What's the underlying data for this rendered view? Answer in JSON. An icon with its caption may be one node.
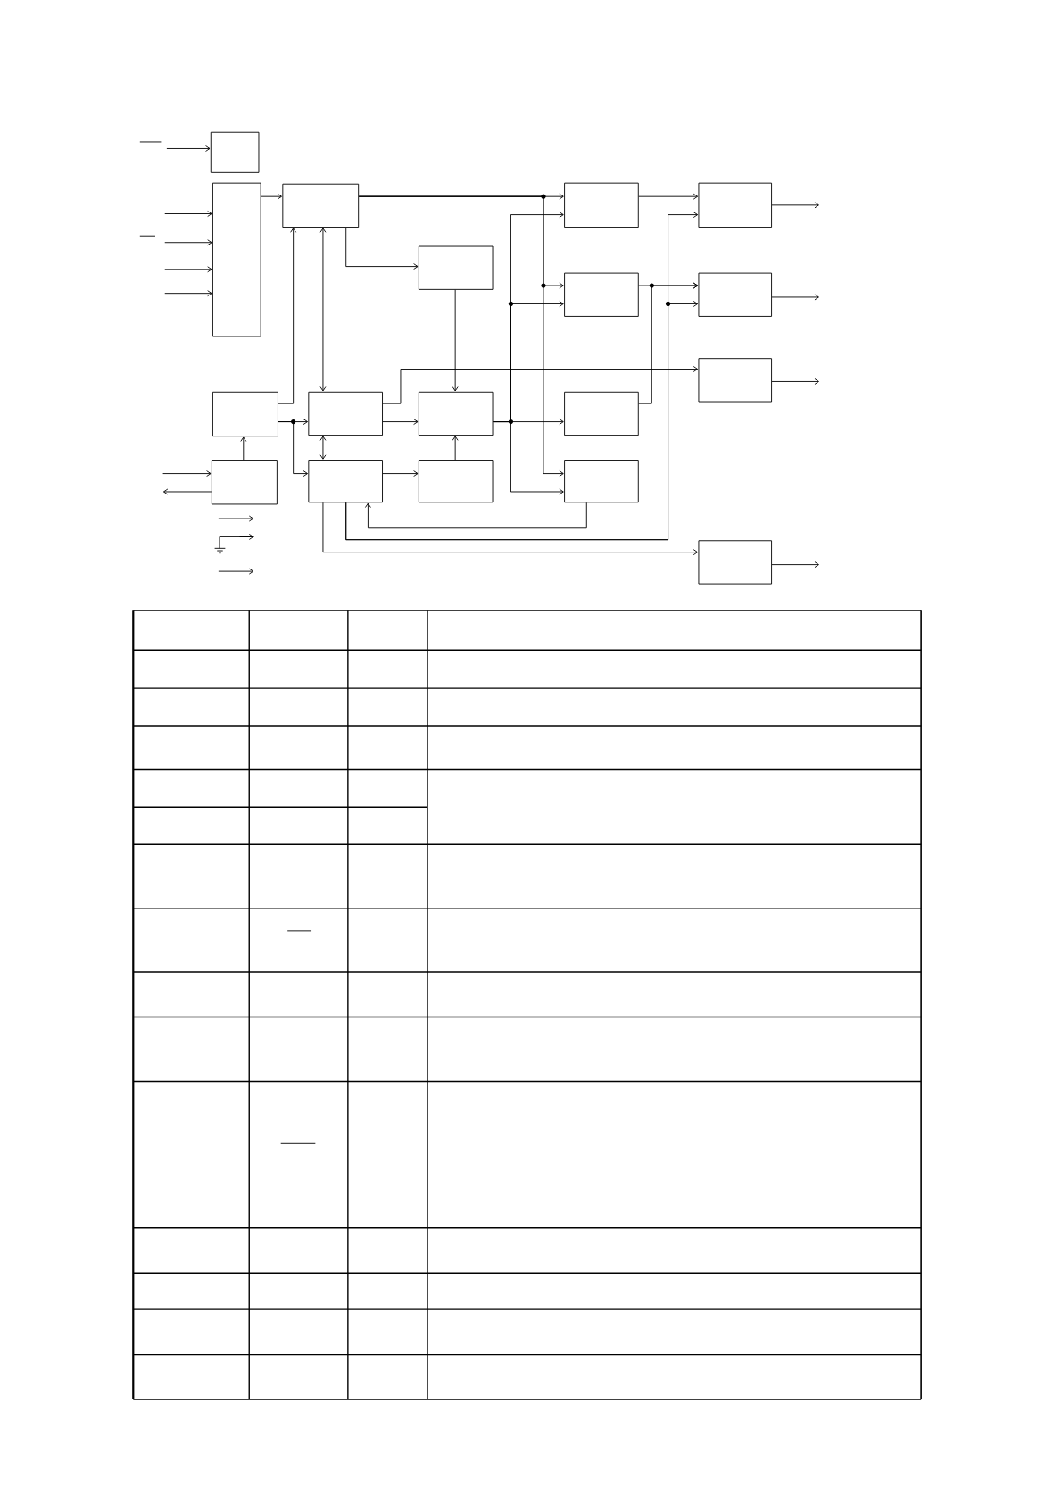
{
  "diagram": {
    "nodes": [
      {
        "text": [],
        "shape": "box"
      },
      {
        "text": [],
        "shape": "box"
      },
      {
        "text": [],
        "shape": "box"
      },
      {
        "text": [],
        "shape": "box"
      },
      {
        "text": [],
        "shape": "box"
      },
      {
        "text": [],
        "shape": "box"
      },
      {
        "text": [],
        "shape": "box"
      },
      {
        "text": [],
        "shape": "box"
      },
      {
        "text": [],
        "shape": "box"
      },
      {
        "text": [],
        "shape": "box"
      },
      {
        "text": [],
        "shape": "box"
      },
      {
        "text": [],
        "shape": "box"
      },
      {
        "text": [],
        "shape": "box"
      },
      {
        "text": [],
        "shape": "box"
      },
      {
        "text": [],
        "shape": "box"
      },
      {
        "text": [],
        "shape": "box"
      },
      {
        "text": [],
        "shape": "box"
      },
      {
        "text": [],
        "shape": "box"
      }
    ],
    "edges": [
      {
        "from": null,
        "to": 0,
        "arrow": "to"
      },
      {
        "from": null,
        "to": 1,
        "arrow": "to"
      },
      {
        "from": null,
        "to": 1,
        "arrow": "to"
      },
      {
        "from": null,
        "to": 1,
        "arrow": "to"
      },
      {
        "from": null,
        "to": 1,
        "arrow": "to"
      },
      {
        "from": 1,
        "to": 2,
        "arrow": "to"
      },
      {
        "from": 2,
        "to": 3,
        "arrow": "to"
      },
      {
        "from": 2,
        "to": 5,
        "arrow": "both"
      },
      {
        "from": 4,
        "to": 2,
        "arrow": "to"
      },
      {
        "from": 4,
        "to": 5,
        "arrow": "to"
      },
      {
        "from": 4,
        "to": 8,
        "arrow": "to"
      },
      {
        "from": 5,
        "to": 8,
        "arrow": "both"
      },
      {
        "from": 7,
        "to": 4,
        "arrow": "to"
      },
      {
        "from": null,
        "to": 7,
        "arrow": "to"
      },
      {
        "from": 7,
        "to": null,
        "arrow": "to"
      },
      {
        "from": 3,
        "to": 6,
        "arrow": "to"
      },
      {
        "from": 5,
        "to": 6,
        "arrow": "to"
      },
      {
        "from": 5,
        "to": 16,
        "arrow": "to"
      },
      {
        "from": 9,
        "to": 6,
        "arrow": "to"
      },
      {
        "from": 8,
        "to": 9,
        "arrow": "to"
      },
      {
        "from": 2,
        "to": 10,
        "arrow": "to"
      },
      {
        "from": 2,
        "to": 11,
        "arrow": "to"
      },
      {
        "from": 2,
        "to": 13,
        "arrow": "to"
      },
      {
        "from": 6,
        "to": 10,
        "arrow": "to"
      },
      {
        "from": 6,
        "to": 11,
        "arrow": "to"
      },
      {
        "from": 6,
        "to": 12,
        "arrow": "to"
      },
      {
        "from": 6,
        "to": 13,
        "arrow": "to"
      },
      {
        "from": 10,
        "to": 14,
        "arrow": "to"
      },
      {
        "from": 11,
        "to": 15,
        "arrow": "to"
      },
      {
        "from": 12,
        "to": 15,
        "arrow": "to"
      },
      {
        "from": 8,
        "to": 14,
        "arrow": "to"
      },
      {
        "from": 8,
        "to": 15,
        "arrow": "to"
      },
      {
        "from": 13,
        "to": 8,
        "arrow": "to"
      },
      {
        "from": 8,
        "to": 17,
        "arrow": "to"
      },
      {
        "from": 14,
        "to": null,
        "arrow": "to"
      },
      {
        "from": 15,
        "to": null,
        "arrow": "to"
      },
      {
        "from": 16,
        "to": null,
        "arrow": "to"
      },
      {
        "from": 17,
        "to": null,
        "arrow": "to"
      }
    ]
  }
}
